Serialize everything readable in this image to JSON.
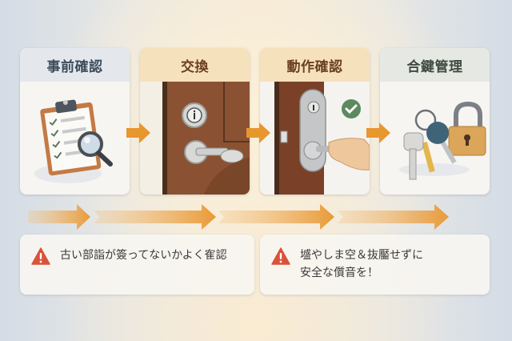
{
  "steps": [
    {
      "title": "事前確認",
      "illustration": "clipboard-checklist-magnifier"
    },
    {
      "title": "交換",
      "illustration": "door-lock-key-insert"
    },
    {
      "title": "動作確認",
      "illustration": "hand-turning-key-with-checkmark"
    },
    {
      "title": "合鍵管理",
      "illustration": "keyring-and-padlock"
    }
  ],
  "warnings": [
    {
      "text": "古い部詣が簽ってないかよく隺認"
    },
    {
      "line1": "墭やしま空＆抜靨せずに",
      "line2": "安全な儨音を！"
    }
  ],
  "colors": {
    "accent_orange": "#e8962e",
    "warning_red": "#d9533b",
    "check_green": "#5b8a5e",
    "door_brown": "#8a5232"
  },
  "icons": {
    "step_arrow": "arrow-right-icon",
    "warning": "warning-triangle-icon",
    "check": "checkmark-circle-icon"
  }
}
